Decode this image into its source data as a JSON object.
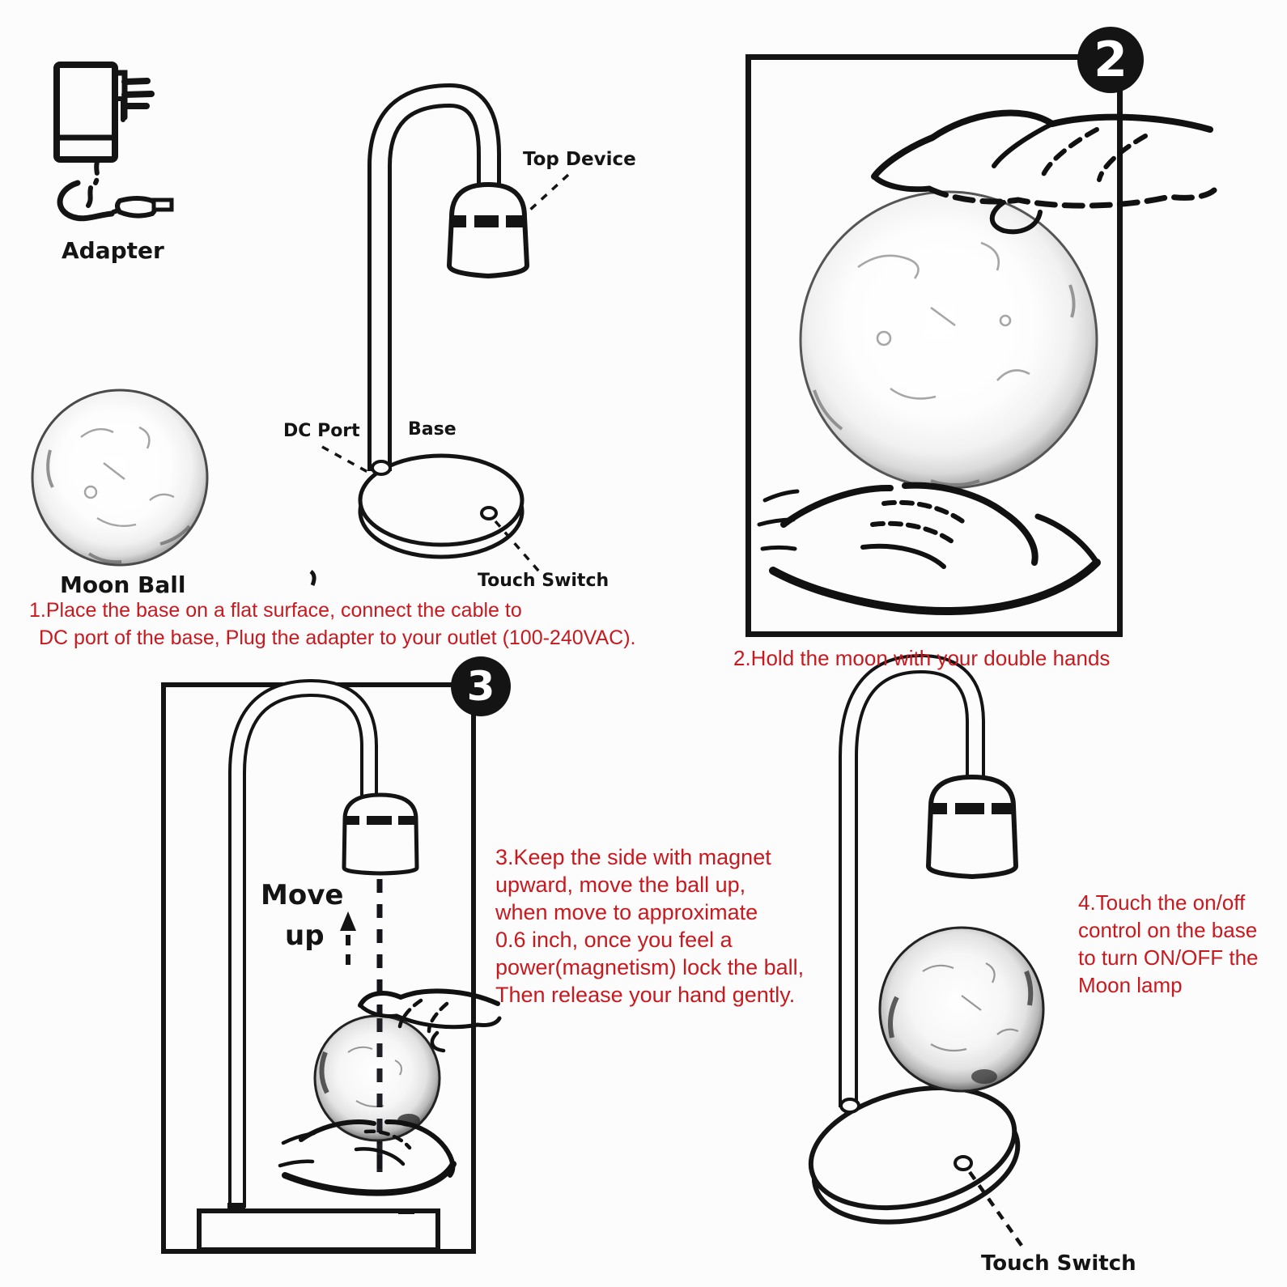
{
  "colors": {
    "red": "#c8191f",
    "ink": "#141414",
    "paper": "#fcfcfc"
  },
  "parts_diagram": {
    "adapter_label": "Adapter",
    "moon_ball_label": "Moon Ball",
    "top_device_label": "Top Device",
    "dc_port_label": "DC Port",
    "base_label": "Base",
    "touch_switch_label": "Touch Switch"
  },
  "steps": {
    "step1": {
      "lines": [
        "1.Place the base on a flat surface, connect the cable to",
        "DC port of the base, Plug the adapter to your outlet (100-240VAC)."
      ]
    },
    "step2": {
      "badge": "2",
      "caption": "2.Hold the moon with your double hands"
    },
    "step3": {
      "badge": "3",
      "move_label_line1": "Move",
      "move_label_line2": "up",
      "lines": [
        "3.Keep the side with magnet",
        "upward, move the ball up,",
        "when move to approximate",
        "0.6 inch, once you feel a",
        "power(magnetism) lock the ball,",
        "Then release your hand gently."
      ]
    },
    "step4": {
      "lines": [
        "4.Touch the on/off",
        "control on the base",
        "to turn ON/OFF the",
        "Moon lamp"
      ],
      "touch_switch_label": "Touch Switch"
    }
  }
}
